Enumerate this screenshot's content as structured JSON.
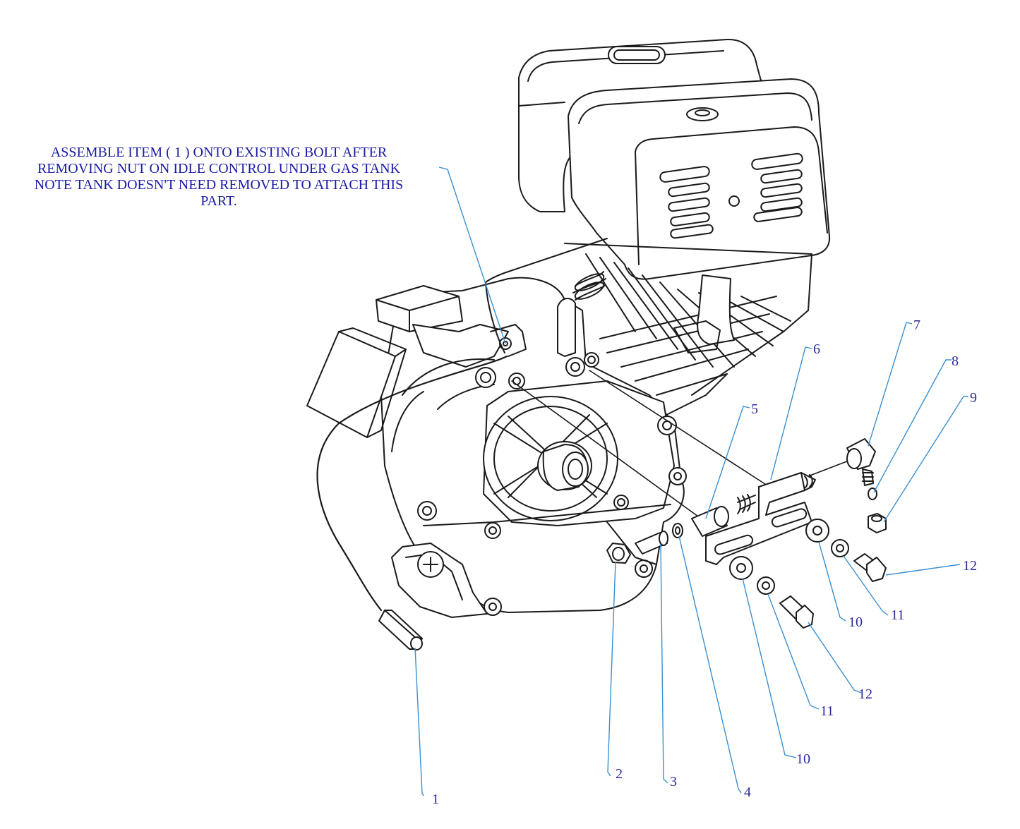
{
  "note": {
    "lines": [
      "ASSEMBLE ITEM ( 1 ) ONTO EXISTING BOLT AFTER",
      "REMOVING NUT ON IDLE CONTROL UNDER GAS TANK",
      "NOTE TANK DOESN'T NEED REMOVED TO ATTACH THIS",
      "PART."
    ]
  },
  "callouts": [
    "1",
    "2",
    "3",
    "4",
    "5",
    "6",
    "7",
    "8",
    "9",
    "10",
    "11",
    "12",
    "10",
    "11",
    "12"
  ],
  "colors": {
    "callout_text": "#2a2a9a",
    "note_text": "#1a1aa6",
    "leader_line": "#3a8fd0",
    "drawing_line": "#1a1a1a"
  }
}
